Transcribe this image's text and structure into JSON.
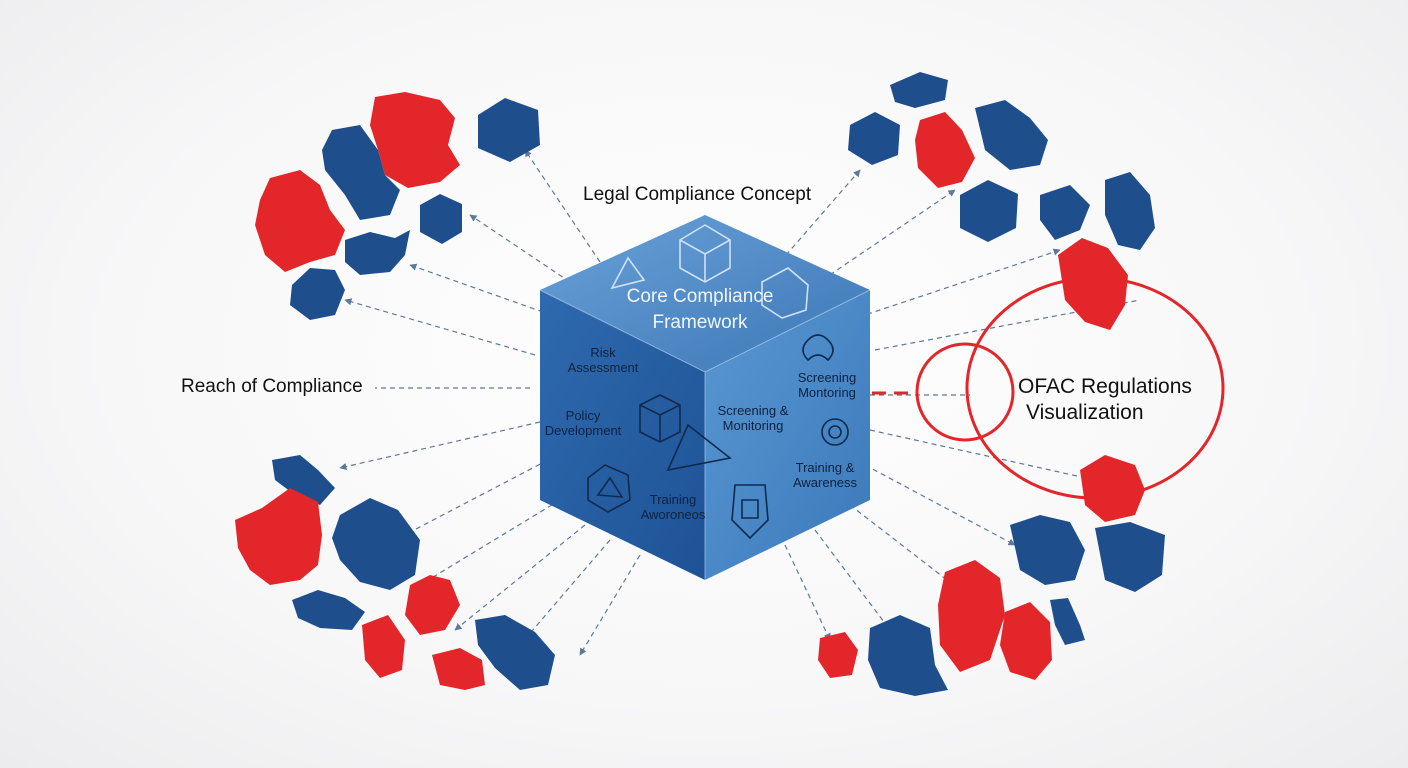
{
  "labels": {
    "top": "Legal Compliance Concept",
    "left": "Reach of Compliance",
    "right_line1": "OFAC Regulations",
    "right_line2": "Visualization"
  },
  "cube": {
    "title_line1": "Core Compliance",
    "title_line2": "Framework",
    "left_face": [
      {
        "line1": "Risk",
        "line2": "Assessment"
      },
      {
        "line1": "Policy",
        "line2": "Development"
      },
      {
        "line1": "Training",
        "line2": "Aworoneos"
      }
    ],
    "right_face": [
      {
        "line1": "Screening",
        "line2": "Montoring"
      },
      {
        "line1": "Screening &",
        "line2": "Monitoring"
      },
      {
        "line1": "Training &",
        "line2": "Awareness"
      }
    ]
  },
  "colors": {
    "blue": "#1f4e8c",
    "red": "#e3262a",
    "cube_top": "#4b86c3",
    "cube_left": "#2b64a8",
    "cube_right": "#4f8dcc",
    "line": "#5d7899"
  },
  "icons": [
    "triangle-icon",
    "puzzle-cube-icon",
    "box-icon",
    "chain-icon",
    "circuit-icon",
    "hex-triangle-icon",
    "shield-icon"
  ]
}
